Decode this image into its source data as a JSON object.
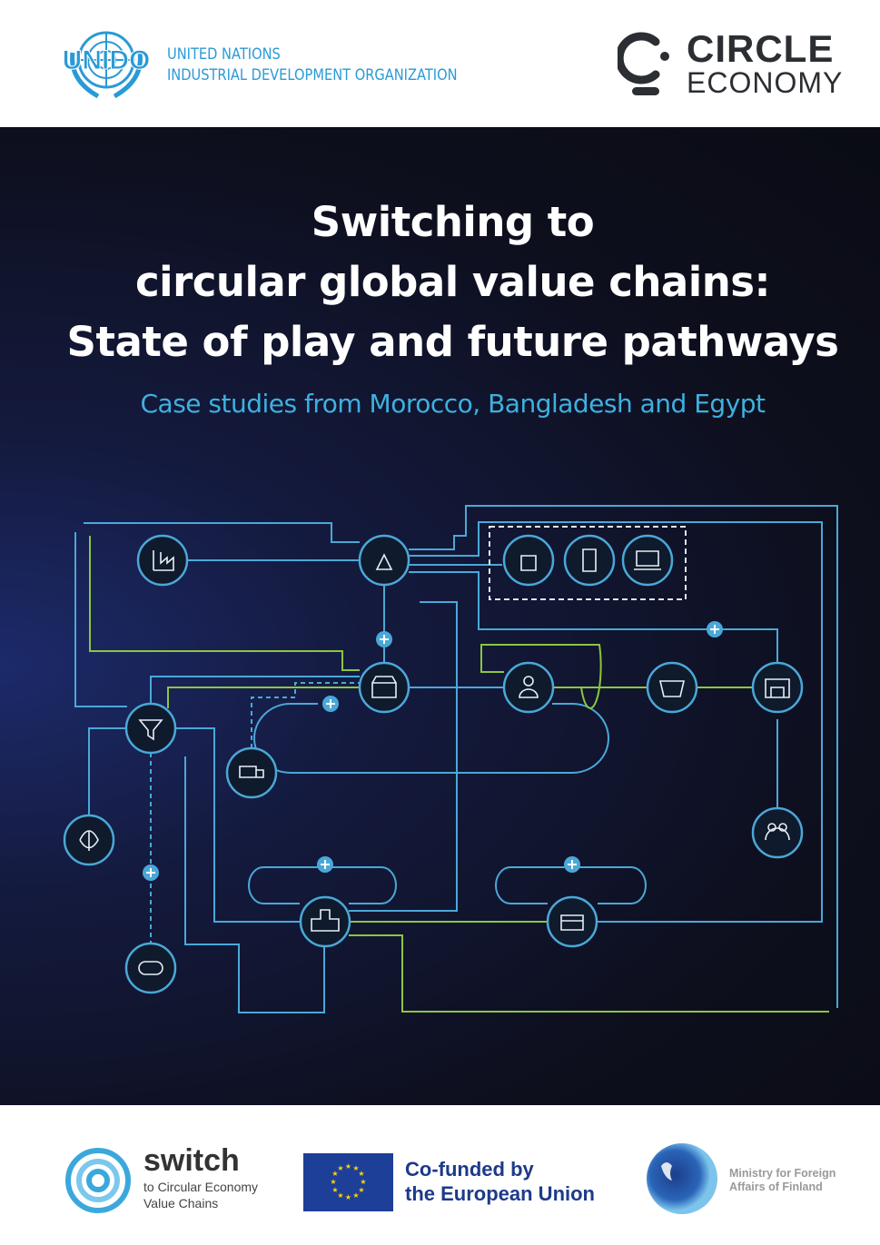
{
  "header": {
    "unido": {
      "logo_text": "UNIDO",
      "line1": "UNITED NATIONS",
      "line2": "INDUSTRIAL DEVELOPMENT ORGANIZATION"
    },
    "circle_economy": {
      "line1": "CIRCLE",
      "line2": "ECONOMY"
    }
  },
  "cover": {
    "title_lines": [
      "Switching to",
      "circular global value chains:",
      "State of play and future pathways"
    ],
    "subtitle": "Case studies from Morocco, Bangladesh and Egypt"
  },
  "footer": {
    "switch": {
      "name": "switch",
      "line1": "to Circular Economy",
      "line2": "Value Chains"
    },
    "eu": {
      "line1": "Co-funded by",
      "line2": "the European Union"
    },
    "finland": {
      "line1": "Ministry for Foreign",
      "line2": "Affairs of Finland"
    }
  },
  "colors": {
    "blue": "#4aa8d8",
    "green": "#8cc63f",
    "accent": "#2a9ad6",
    "dark": "#0d0f1d"
  }
}
